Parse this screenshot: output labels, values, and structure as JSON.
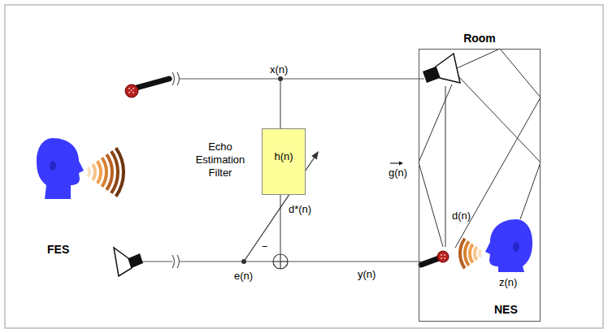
{
  "diagram": {
    "nodes": [
      {
        "text": [
          "Echo Estimation Filter",
          "h(n)"
        ]
      },
      {
        "text": [
          "Room"
        ]
      }
    ],
    "labels": [
      "x(n)",
      "g(n)",
      "d*(n)",
      "−",
      "e(n)",
      "y(n)",
      "d(n)",
      "z(n)",
      "FES",
      "NES"
    ]
  }
}
